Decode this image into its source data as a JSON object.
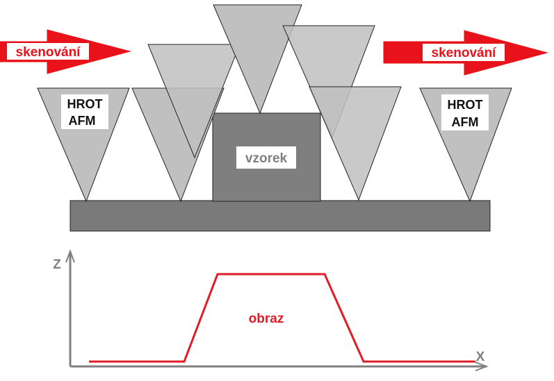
{
  "arrows": {
    "left_label": "skenování",
    "right_label": "skenování",
    "color": "#e8121b"
  },
  "tips": {
    "left_line1": "HROT",
    "left_line2": "AFM",
    "right_line1": "HROT",
    "right_line2": "AFM",
    "fill": "#c0c0c0"
  },
  "sample": {
    "label": "vzorek",
    "fill": "#7f7f7f"
  },
  "substrate": {
    "fill": "#7a7a7a"
  },
  "profile": {
    "y_axis_label": "Z",
    "x_axis_label": "X",
    "curve_label": "obraz",
    "curve_color": "#e21b24",
    "axis_color": "#808080"
  }
}
